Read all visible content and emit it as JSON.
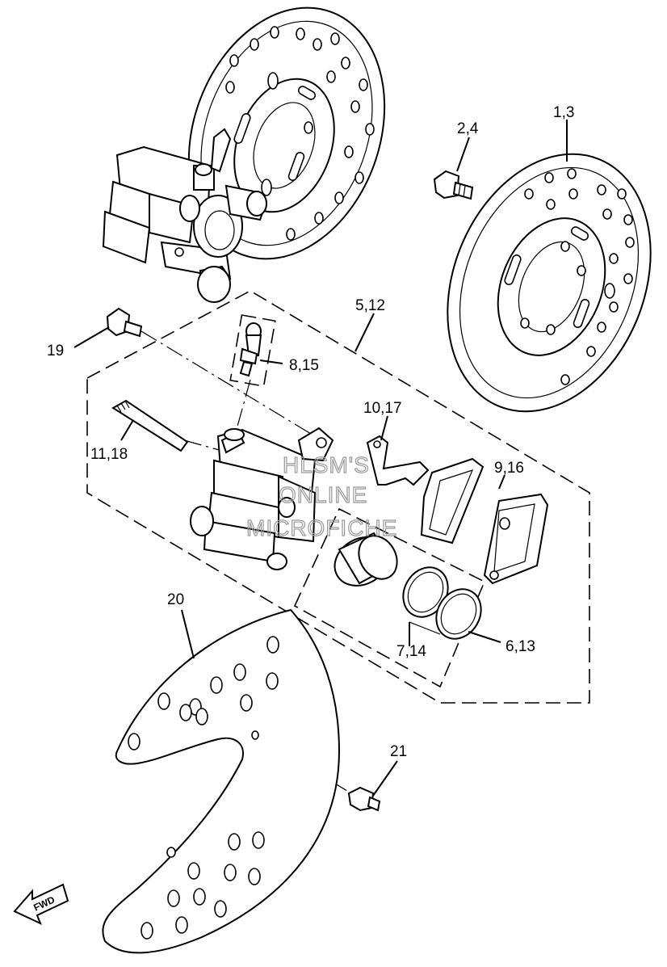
{
  "labels": {
    "disc_right": "1,3",
    "bolt_disc": "2,4",
    "caliper_assy": "5,12",
    "bleed_screw": "8,15",
    "bolt_19": "19",
    "pad_spring": "10,17",
    "pin": "11,18",
    "pad_kit": "9,16",
    "seal_7": "7,14",
    "seal_6": "6,13",
    "cover": "20",
    "bolt_21": "21",
    "fwd": "FWD"
  },
  "watermark": {
    "line1": "HLSM'S",
    "line2": "ONLINE",
    "line3": "MICROFICHE"
  },
  "icons": [
    "fwd-arrow-icon"
  ]
}
